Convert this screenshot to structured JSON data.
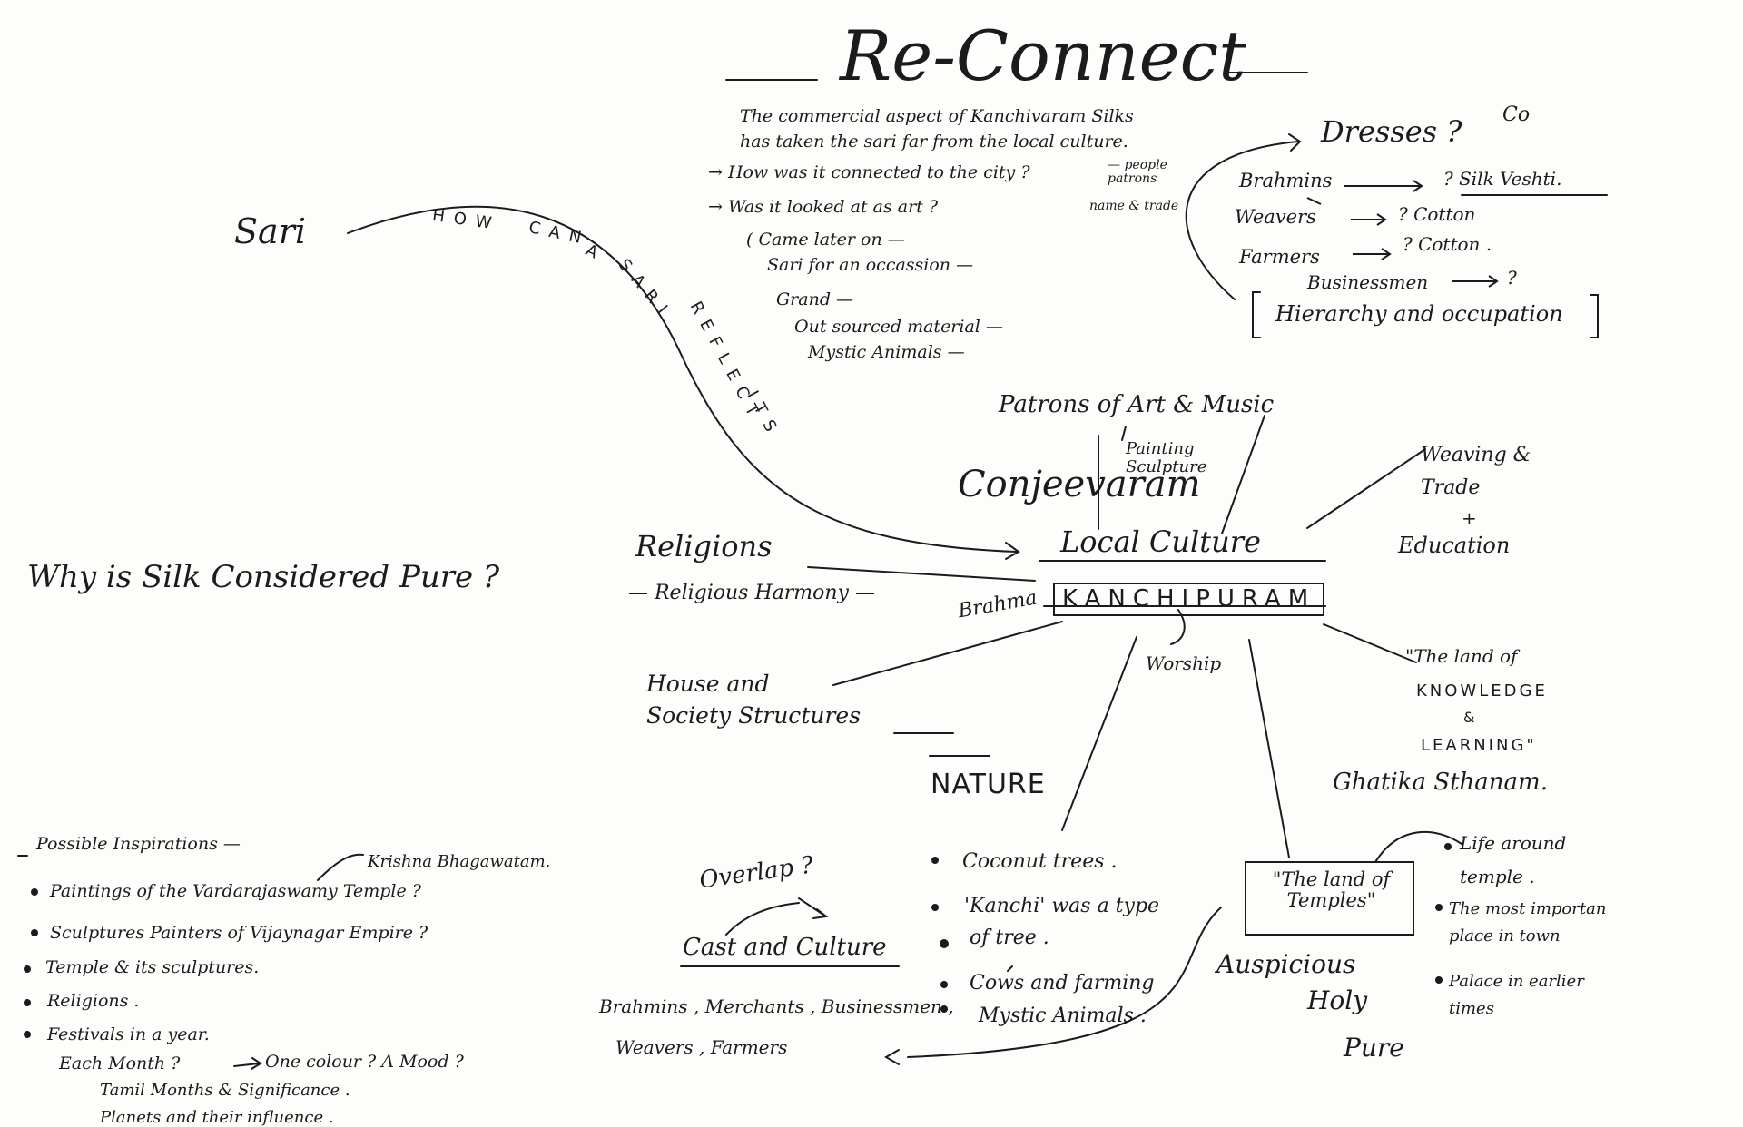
{
  "title": "Re-Connect",
  "center": {
    "name": "KANCHIPURAM",
    "local_culture": "Local Culture",
    "conjeevaram": "Conjeevaram",
    "brahma": "Brahma",
    "worship": "Worship"
  },
  "commercial_notes": [
    "The commercial aspect of Kanchivaram Silks",
    "has taken the sari far from the local culture.",
    "→ How was it connected to the city ?",
    "→ Was it looked at as art ?",
    "( Came later on —",
    "Sari for an occassion —",
    "Grand —",
    "Out sourced material —",
    "Mystic Animals —"
  ],
  "people_note": "— people patrons",
  "name_trade_note": "name & trade",
  "dresses": {
    "heading": "Dresses ?",
    "co": "Co",
    "rows": [
      {
        "who": "Brahmins",
        "what": "? Silk Veshti."
      },
      {
        "who": "Weavers",
        "what": "? Cotton"
      },
      {
        "who": "Farmers",
        "what": "? Cotton ."
      },
      {
        "who": "Businessmen",
        "what": "?"
      }
    ],
    "hierarchy": "Hierarchy and occupation"
  },
  "sari_label": "Sari",
  "sari_question": [
    "HOW",
    "CAN",
    "A",
    "SARI",
    "REFLECT",
    "ITS"
  ],
  "patrons": "Patrons of Art & Music",
  "painting": "Painting Sculpture",
  "weaving": [
    "Weaving &",
    "Trade",
    "+",
    "Education"
  ],
  "religions": "Religions",
  "religious_harmony": "— Religious Harmony —",
  "why_silk": "Why is Silk Considered Pure ?",
  "house": [
    "House and",
    "Society Structures"
  ],
  "knowledge": [
    "\"The land of",
    "KNOWLEDGE",
    "&",
    "LEARNING\""
  ],
  "ghatika": "Ghatika Sthanam.",
  "nature": {
    "heading": "NATURE",
    "items": [
      "Coconut trees .",
      "'Kanchi' was a type",
      "of tree .",
      "Cows and farming",
      "Mystic Animals ."
    ]
  },
  "temples": {
    "label": "\"The land of Temples\"",
    "qualities": [
      "Auspicious",
      "Holy",
      "Pure"
    ],
    "notes": [
      "Life around",
      "temple .",
      "The most importan",
      "place in town",
      "Palace in earlier",
      "times"
    ]
  },
  "overlap": "Overlap ?",
  "cast_culture": "Cast and Culture",
  "groups": [
    "Brahmins , Merchants , Businessmen ,",
    "Weavers , Farmers"
  ],
  "inspirations": {
    "heading": "Possible Inspirations —",
    "krishna": "Krishna Bhagawatam.",
    "items": [
      "Paintings of the Vardarajaswamy Temple ?",
      "Sculptures Painters of Vijaynagar Empire ?",
      "Temple & its sculptures.",
      "Religions .",
      "Festivals in a year."
    ],
    "sub": [
      "Each Month ?",
      "One colour ? A Mood ?",
      "Tamil Months & Significance .",
      "Planets and their influence ."
    ]
  }
}
